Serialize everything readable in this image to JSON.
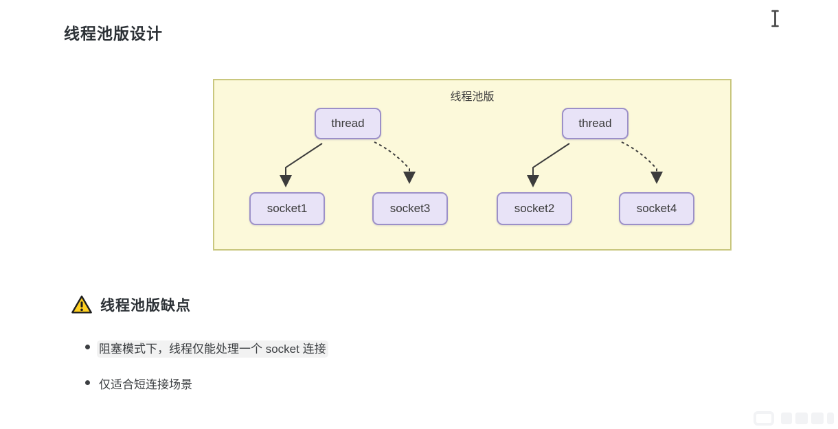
{
  "page": {
    "title": "线程池版设计"
  },
  "diagram": {
    "label": "线程池版",
    "nodes": {
      "thread1": "thread",
      "thread2": "thread",
      "socket1": "socket1",
      "socket2": "socket2",
      "socket3": "socket3",
      "socket4": "socket4"
    },
    "edges": [
      {
        "from": "thread1",
        "to": "socket1",
        "style": "solid"
      },
      {
        "from": "thread1",
        "to": "socket3",
        "style": "dashed"
      },
      {
        "from": "thread2",
        "to": "socket2",
        "style": "solid"
      },
      {
        "from": "thread2",
        "to": "socket4",
        "style": "dashed"
      }
    ],
    "colors": {
      "container_bg": "#fcf9da",
      "container_border": "#c9c77e",
      "node_bg": "#e8e3f7",
      "node_border": "#9c90c8",
      "arrow": "#3c3c3c"
    }
  },
  "warning": {
    "heading": "线程池版缺点",
    "icon": "warning-triangle-icon",
    "icon_color": "#ffd021",
    "bullets": [
      "阻塞模式下，线程仅能处理一个 socket 连接",
      "仅适合短连接场景"
    ]
  },
  "cursor": {
    "icon": "text-cursor-icon"
  }
}
